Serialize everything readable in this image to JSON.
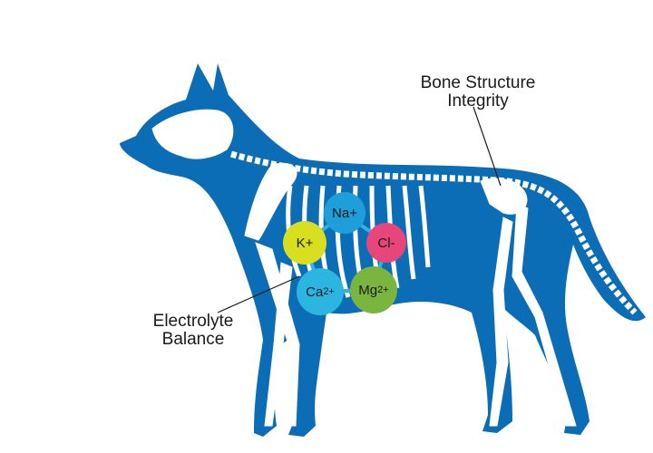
{
  "labels": {
    "bone_structure": [
      "Bone Structure",
      "Integrity"
    ],
    "electrolyte_balance": [
      "Electrolyte",
      "Balance"
    ]
  },
  "ions": [
    {
      "id": "na",
      "symbol": "Na",
      "charge": "+",
      "color": "#1f9fd9"
    },
    {
      "id": "k",
      "symbol": "K",
      "charge": "+",
      "color": "#d9df1f"
    },
    {
      "id": "cl",
      "symbol": "Cl",
      "charge": "-",
      "color": "#e6467a"
    },
    {
      "id": "ca",
      "symbol": "Ca",
      "charge": "2+",
      "color": "#2bb5e0"
    },
    {
      "id": "mg",
      "symbol": "Mg",
      "charge": "2+",
      "color": "#7ab540"
    }
  ],
  "colors": {
    "body": "#0b6db5",
    "bone": "#ffffff",
    "leader_line": "#1a1a1a"
  }
}
